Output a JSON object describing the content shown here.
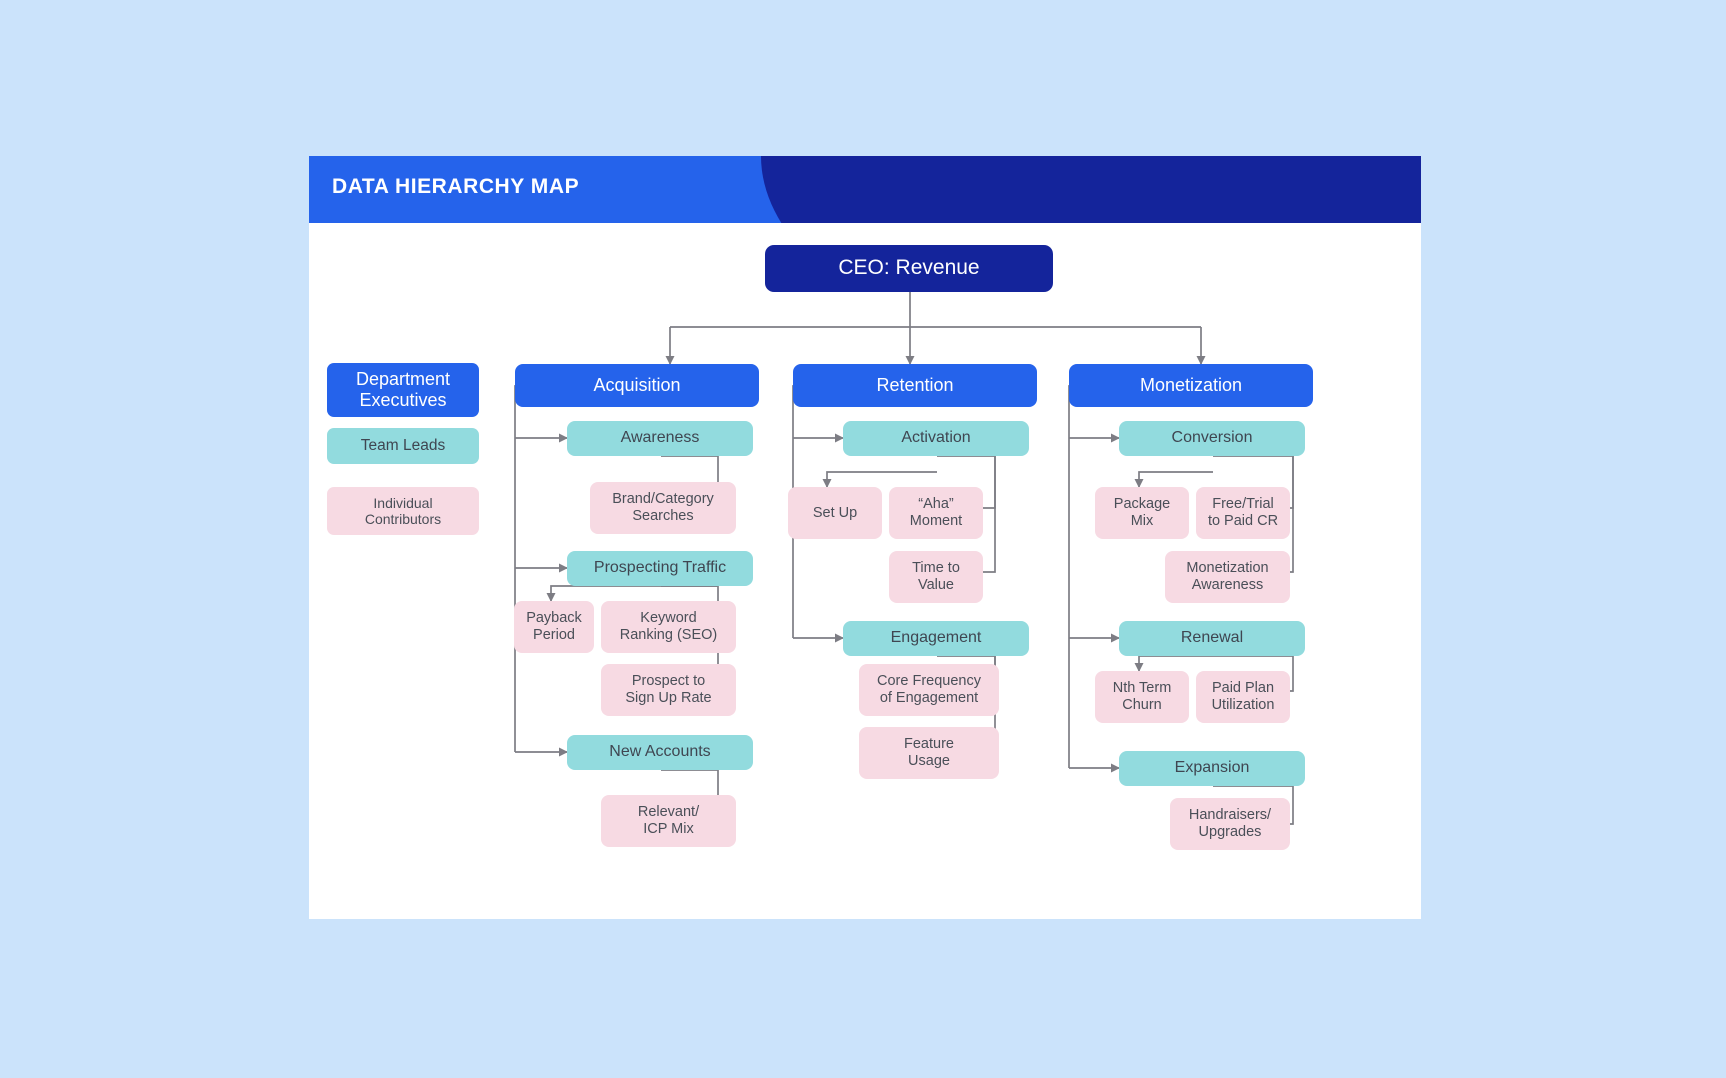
{
  "header": {
    "title": "DATA HIERARCHY MAP",
    "bar_color": "#2563eb",
    "curve_color": "#14249b"
  },
  "root": {
    "label": "CEO: Revenue",
    "color": "#14249b"
  },
  "legend": {
    "items": [
      {
        "label": "Department\nExecutives",
        "level": "department-executives",
        "color": "#2563eb"
      },
      {
        "label": "Team Leads",
        "level": "team-leads",
        "color": "#92dbde"
      },
      {
        "label": "Individual\nContributors",
        "level": "individual-contributors",
        "color": "#f7dae3"
      }
    ]
  },
  "columns": [
    {
      "pillar": "Acquisition",
      "groups": [
        {
          "sub": "Awareness",
          "metrics": [
            "Brand/Category\nSearches"
          ]
        },
        {
          "sub": "Prospecting Traffic",
          "metrics": [
            "Payback\nPeriod",
            "Keyword\nRanking (SEO)",
            "Prospect to\nSign Up Rate"
          ]
        },
        {
          "sub": "New Accounts",
          "metrics": [
            "Relevant/\nICP Mix"
          ]
        }
      ]
    },
    {
      "pillar": "Retention",
      "groups": [
        {
          "sub": "Activation",
          "metrics": [
            "Set Up",
            "“Aha”\nMoment",
            "Time to\nValue"
          ]
        },
        {
          "sub": "Engagement",
          "metrics": [
            "Core Frequency\nof Engagement",
            "Feature\nUsage"
          ]
        }
      ]
    },
    {
      "pillar": "Monetization",
      "groups": [
        {
          "sub": "Conversion",
          "metrics": [
            "Package\nMix",
            "Free/Trial\nto Paid CR",
            "Monetization\nAwareness"
          ]
        },
        {
          "sub": "Renewal",
          "metrics": [
            "Nth Term\nChurn",
            "Paid Plan\nUtilization"
          ]
        },
        {
          "sub": "Expansion",
          "metrics": [
            "Handraisers/\nUpgrades"
          ]
        }
      ]
    }
  ],
  "nodes": {
    "ceo": "CEO: Revenue",
    "dept_exec": "Department\nExecutives",
    "team_leads": "Team Leads",
    "individual_contributors": "Individual\nContributors",
    "acquisition": "Acquisition",
    "awareness": "Awareness",
    "brand_category_searches": "Brand/Category\nSearches",
    "prospecting_traffic": "Prospecting Traffic",
    "payback_period": "Payback\nPeriod",
    "keyword_ranking": "Keyword\nRanking (SEO)",
    "prospect_to_signup": "Prospect to\nSign Up Rate",
    "new_accounts": "New Accounts",
    "relevant_icp_mix": "Relevant/\nICP Mix",
    "retention": "Retention",
    "activation": "Activation",
    "set_up": "Set Up",
    "aha_moment": "“Aha”\nMoment",
    "time_to_value": "Time to\nValue",
    "engagement": "Engagement",
    "core_frequency": "Core Frequency\nof Engagement",
    "feature_usage": "Feature\nUsage",
    "monetization": "Monetization",
    "conversion": "Conversion",
    "package_mix": "Package\nMix",
    "free_trial_to_paid": "Free/Trial\nto Paid CR",
    "monetization_awareness": "Monetization\nAwareness",
    "renewal": "Renewal",
    "nth_term_churn": "Nth Term\nChurn",
    "paid_plan_utilization": "Paid Plan\nUtilization",
    "expansion": "Expansion",
    "handraisers_upgrades": "Handraisers/\nUpgrades"
  },
  "palette": {
    "page_background": "#cbe3fb",
    "card_background": "#ffffff",
    "executive": "#2563eb",
    "root": "#14249b",
    "team_lead": "#92dbde",
    "contributor": "#f7dae3",
    "connector": "#7d7d84"
  }
}
